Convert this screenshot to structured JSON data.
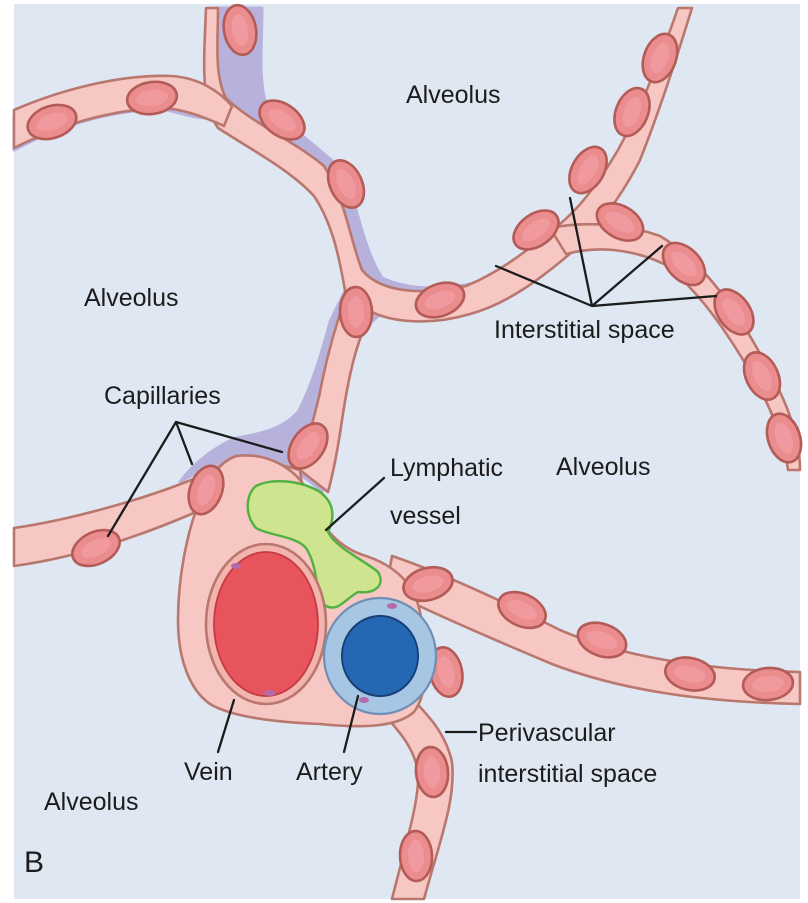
{
  "labels": {
    "alveolus_top": "Alveolus",
    "alveolus_left": "Alveolus",
    "alveolus_right": "Alveolus",
    "alveolus_bottom": "Alveolus",
    "interstitial_space": "Interstitial space",
    "capillaries": "Capillaries",
    "lymphatic_line1": "Lymphatic",
    "lymphatic_line2": "vessel",
    "vein": "Vein",
    "artery": "Artery",
    "perivascular_line1": "Perivascular",
    "perivascular_line2": "interstitial space",
    "panel_letter": "B"
  },
  "colors": {
    "alveolar_space": "#dfe7f3",
    "septum_wall": "#f6c7c3",
    "wall_outline": "#b9776e",
    "interstitium_purple": "#b7b2dc",
    "red_blood_cell": "#eb8c8f",
    "lymphatic": "#cfe48f",
    "vein": "#e8545c",
    "artery": "#2468b4",
    "artery_sheath": "#a6c6e4"
  }
}
